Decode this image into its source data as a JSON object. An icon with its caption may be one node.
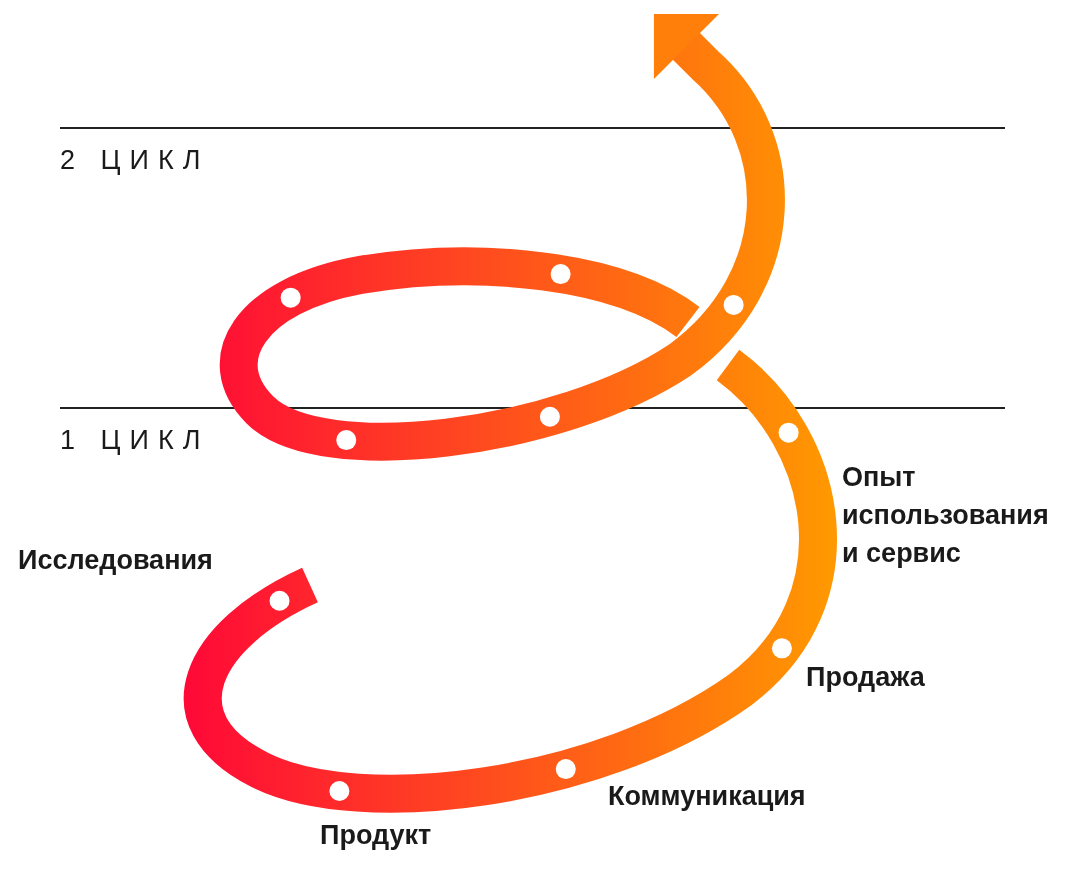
{
  "diagram": {
    "labels": [
      "2 ЦИКЛ",
      "1 ЦИКЛ",
      "Опыт использования и сервис",
      "Исследования",
      "Продажа",
      "Коммуникация",
      "Продукт"
    ]
  }
}
